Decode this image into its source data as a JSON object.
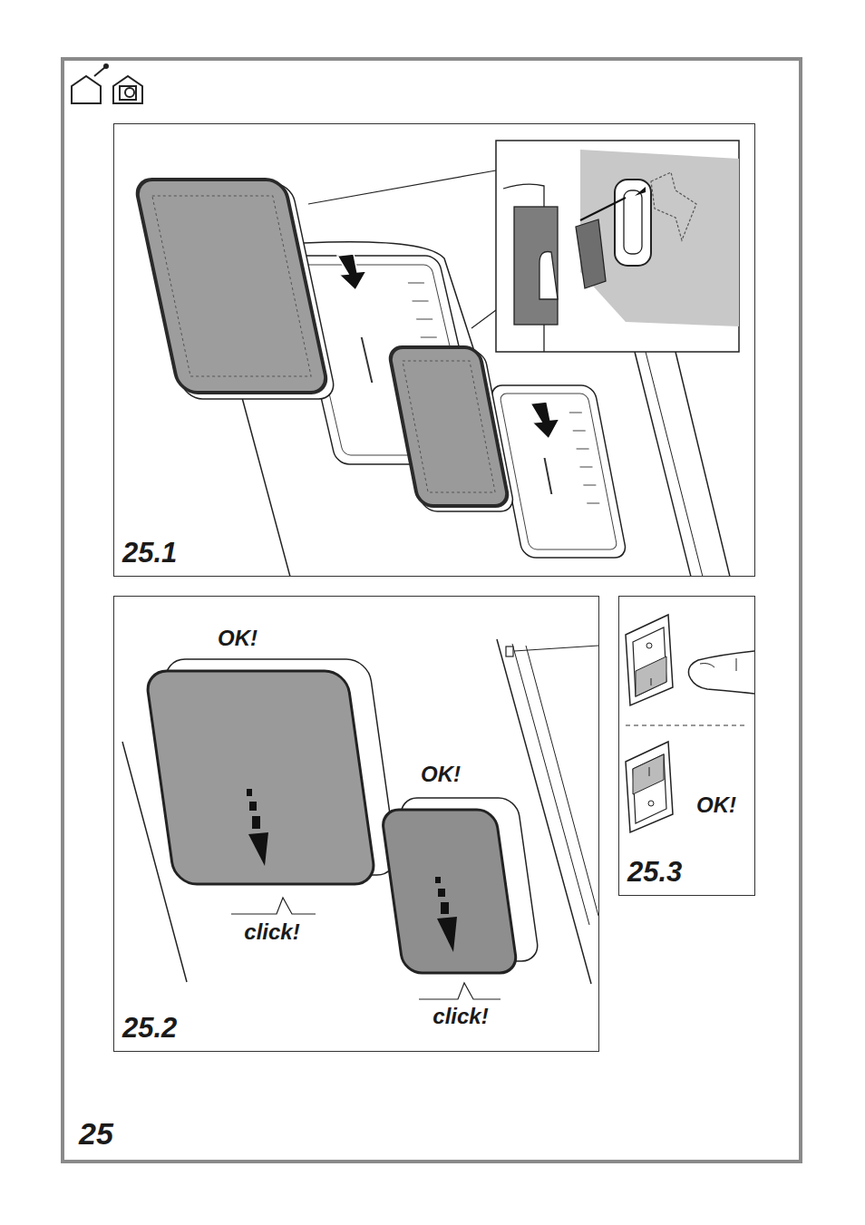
{
  "diagram": {
    "nodes": [
      {
        "text": [
          "25"
        ]
      },
      {
        "text": [
          "25.1"
        ],
        "in": 0
      },
      {
        "text": [
          "25.2"
        ],
        "in": 0
      },
      {
        "text": [
          "25.3"
        ],
        "in": 0
      }
    ],
    "labels": [
      "OK!",
      "click!",
      "OK!",
      "click!",
      "OK!"
    ]
  }
}
